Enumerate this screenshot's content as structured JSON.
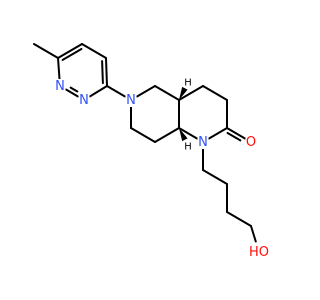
{
  "molecule": {
    "atoms": [
      {
        "id": "ch3",
        "symbol": ""
      },
      {
        "id": "p1",
        "symbol": ""
      },
      {
        "id": "p2",
        "symbol": ""
      },
      {
        "id": "p3",
        "symbol": ""
      },
      {
        "id": "p4",
        "symbol": ""
      },
      {
        "id": "pn2",
        "symbol": "N"
      },
      {
        "id": "pn1",
        "symbol": "N"
      },
      {
        "id": "n6",
        "symbol": "N"
      },
      {
        "id": "c5",
        "symbol": ""
      },
      {
        "id": "c4a",
        "symbol": ""
      },
      {
        "id": "h4a",
        "symbol": "H"
      },
      {
        "id": "c4",
        "symbol": ""
      },
      {
        "id": "c3",
        "symbol": ""
      },
      {
        "id": "c2",
        "symbol": ""
      },
      {
        "id": "o",
        "symbol": "O"
      },
      {
        "id": "n1",
        "symbol": "N"
      },
      {
        "id": "c8a",
        "symbol": ""
      },
      {
        "id": "h8a",
        "symbol": "H"
      },
      {
        "id": "c8",
        "symbol": ""
      },
      {
        "id": "c7",
        "symbol": ""
      },
      {
        "id": "ch2a",
        "symbol": ""
      },
      {
        "id": "ch2b",
        "symbol": ""
      },
      {
        "id": "ch2c",
        "symbol": ""
      },
      {
        "id": "ch2d",
        "symbol": ""
      },
      {
        "id": "oh",
        "symbol": "HO"
      }
    ],
    "atom_color": "#000000",
    "n_color": "#3050f8",
    "o_color": "#ff0d0d"
  }
}
